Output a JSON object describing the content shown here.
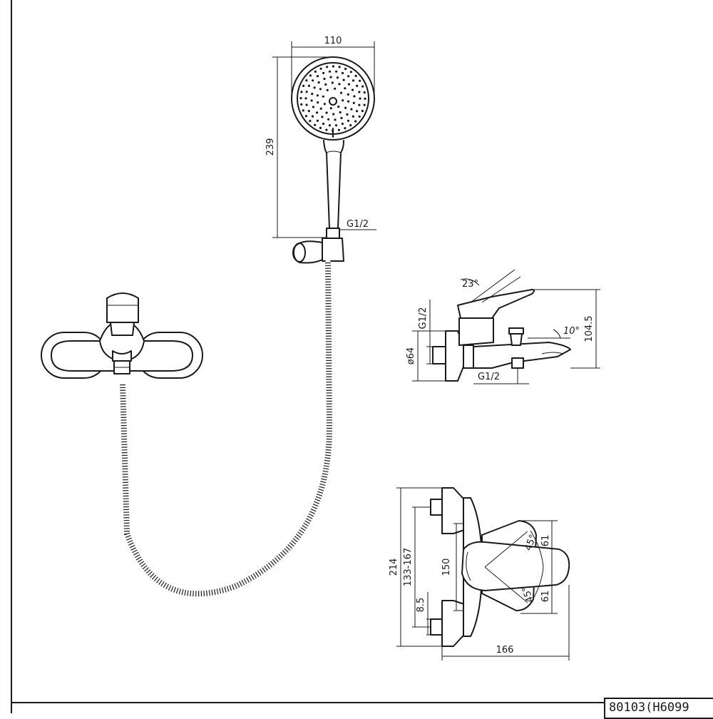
{
  "dimensions": {
    "head_width": "110",
    "head_length": "239",
    "hose_thread": "G1/2",
    "lever_angle": "23°",
    "side_height": "104.5",
    "side_thread": "G1/2",
    "flange_dia": "ø64",
    "inlet_thread": "G1/2",
    "spout_angle": "10°",
    "total_height": "214",
    "center_range": "133-167",
    "center_distance": "150",
    "offset": "8.5",
    "total_depth": "166",
    "top_angle": "45°",
    "bottom_angle": "45°",
    "top_value": "61",
    "bottom_value": "61"
  },
  "product_code": "80103(H6099"
}
